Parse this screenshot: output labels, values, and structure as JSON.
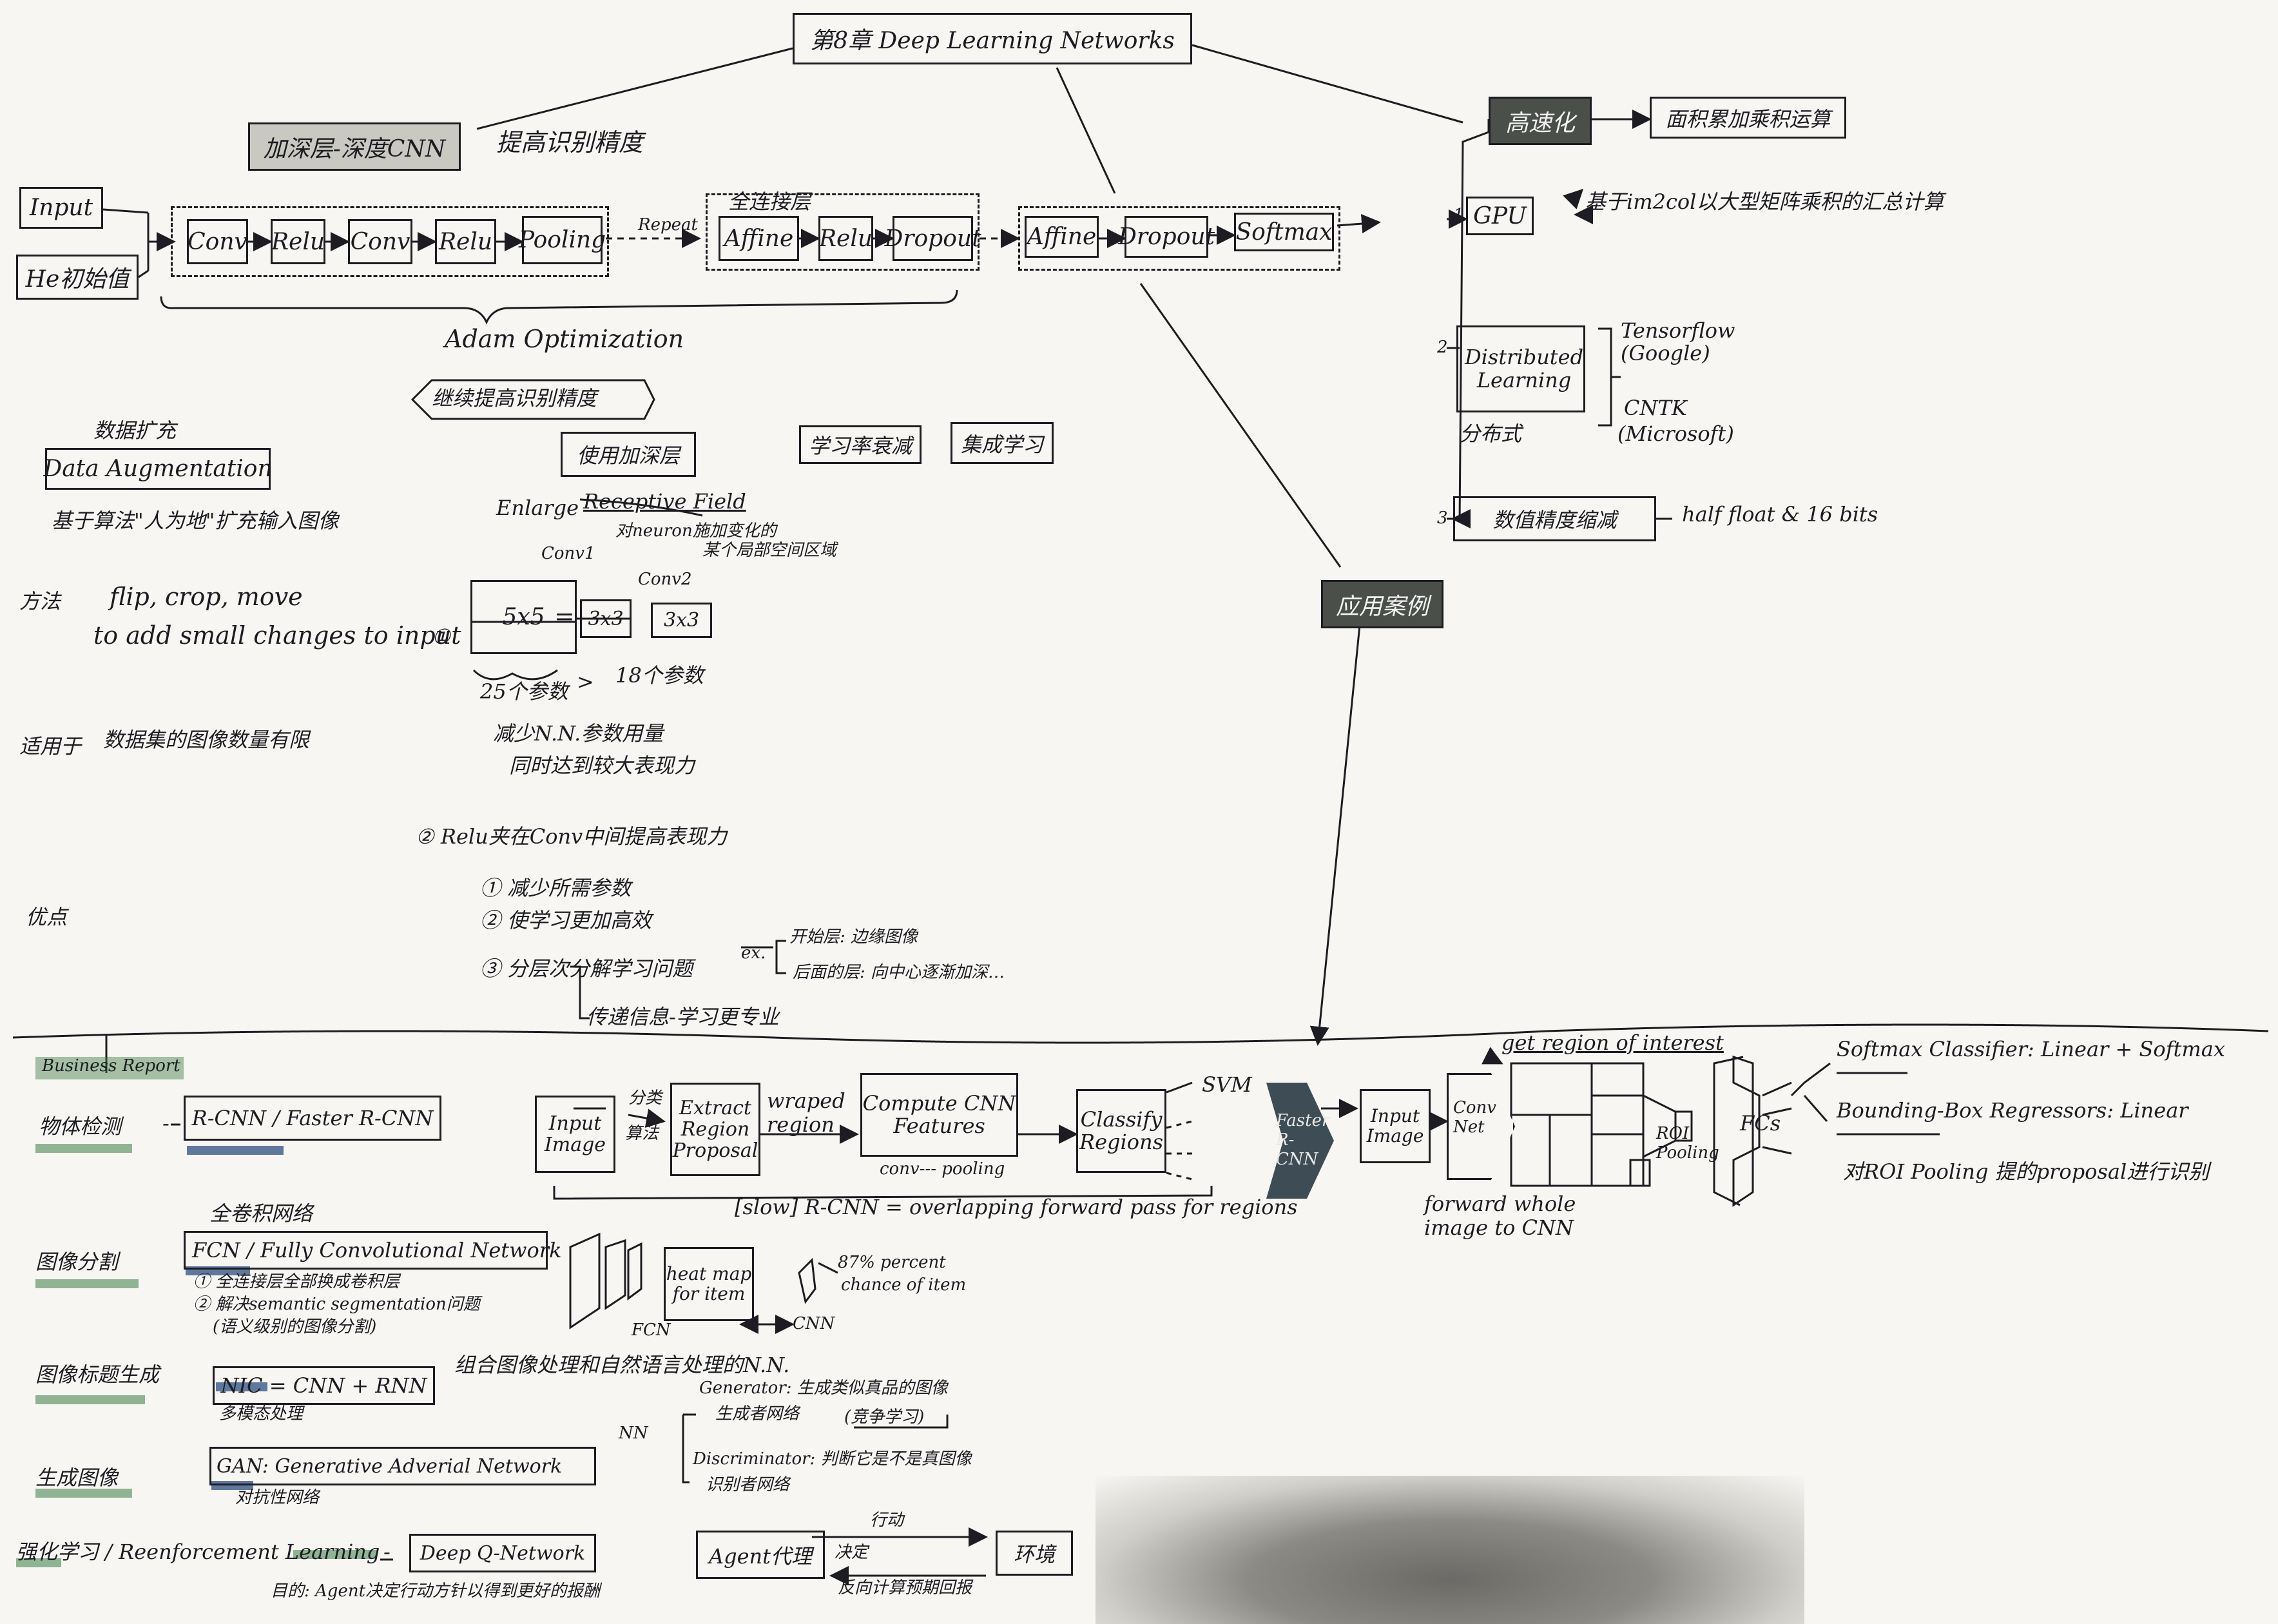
{
  "title": "第8章  Deep Learning Networks",
  "deeper": {
    "tag": "加深层-深度CNN",
    "goal": "提高识别精度",
    "input": "Input",
    "he_init": "He初始值",
    "stage1": [
      "Conv",
      "Relu",
      "Conv",
      "Relu",
      "Pooling"
    ],
    "repeat": "Repeat",
    "fc_label": "全连接层",
    "stage2": [
      "Affine",
      "Relu",
      "Dropout"
    ],
    "stage3": [
      "Affine",
      "Dropout",
      "Softmax"
    ],
    "optimizer": "Adam Optimization",
    "continue": "继续提高识别精度"
  },
  "augmentation": {
    "zh": "数据扩充",
    "title": "Data Augmentation",
    "desc": "基于算法\"人为地\"扩充输入图像",
    "method_label": "方法",
    "method_1": "flip, crop, move",
    "method_2": "to add small changes to input",
    "apply_label": "适用于",
    "apply": "数据集的图像数量有限",
    "adv_label": "优点"
  },
  "layers": {
    "tag": "使用加深层",
    "tag_learn": "学习率衰减",
    "tag_ensemble": "集成学习",
    "rf_1": "Enlarge",
    "rf_2": "Receptive Field",
    "rf_note_1": "对neuron施加变化的",
    "rf_note_2": "某个局部空间区域",
    "conv1": "Conv1",
    "conv2": "Conv2",
    "k5": "5x5",
    "eq": "=",
    "k3a": "3x3",
    "k3b": "3x3",
    "circle1": "①",
    "p25": "25个参数",
    "gt": ">",
    "p18": "18个参数",
    "reduce_1": "减少N.N.参数用量",
    "reduce_2": "同时达到较大表现力",
    "relu_note": "② Relu夹在Conv中间提高表现力",
    "b1": "① 减少所需参数",
    "b2": "② 使学习更加高效",
    "b3": "③ 分层次分解学习问题",
    "ex": "ex.",
    "ex1": "开始层: 边缘图像",
    "ex2": "后面的层: 向中心逐渐加深…",
    "b4": "传递信息-学习更专业"
  },
  "speed": {
    "tag": "高速化",
    "ops": "面积累加乘积运算",
    "gpu": "GPU",
    "gpu_note": "基于im2col以大型矩阵乘积的汇总计算",
    "n1": "1",
    "n2": "2",
    "n3": "3",
    "dist": "Distributed Learning",
    "dist_zh": "分布式",
    "tf": "Tensorflow",
    "google": "(Google)",
    "cntk": "CNTK",
    "ms": "(Microsoft)",
    "precision": "数值精度缩减",
    "precision_note": "half float  & 16 bits"
  },
  "apps": {
    "tag": "应用案例",
    "business": "Business Report",
    "od": "物体检测",
    "od_dash": "-",
    "od_methods": "R-CNN / Faster R-CNN",
    "rcnn_input": "Input Image",
    "rcnn_label_1": "分类",
    "rcnn_label_2": "算法",
    "rcnn_extract": "Extract Region Proposal",
    "rcnn_wraped": "wraped region",
    "rcnn_compute": "Compute CNN Features",
    "rcnn_conv": "conv--- pooling",
    "rcnn_classify": "Classify Regions",
    "rcnn_svm": "SVM",
    "rcnn_slow": "[slow] R-CNN = overlapping forward pass for regions",
    "faster": "Faster R-CNN",
    "f_input": "Input Image",
    "f_conv": "Conv Net",
    "f_roi_label": "get region of interest",
    "f_pool": "ROI Pooling",
    "f_fcs": "FCs",
    "f_forward": "forward whole image to CNN",
    "f_softmax": "Softmax Classifier: Linear + Softmax",
    "f_bbox": "Bounding-Box Regressors: Linear",
    "f_roi_note": "对ROI Pooling 提的proposal进行识别",
    "seg": "图像分割",
    "seg_note": "全卷积网络",
    "fcn": "FCN / Fully Convolutional Network",
    "fcn_1": "① 全连接层全部换成卷积层",
    "fcn_2": "② 解决semantic segmentation问题",
    "fcn_3": "(语义级别的图像分割)",
    "heat": "heat map for item",
    "fcn_label": "FCN",
    "cnn_label": "CNN",
    "pct": "87% percent",
    "chance": "chance of item",
    "cap": "图像标题生成",
    "nic": "NIC = CNN + RNN",
    "nic_note": "组合图像处理和自然语言处理的N.N.",
    "multi": "多模态处理",
    "gen": "生成图像",
    "gan": "GAN: Generative Adverial Network",
    "nn": "NN",
    "generator": "Generator: 生成类似真品的图像",
    "gen_zh": "生成者网络",
    "compete": "(竞争学习)",
    "discrim": "Discriminator: 判断它是不是真图像",
    "disc_zh": "识别者网络",
    "adv_net": "对抗性网络",
    "rl": "强化学习 / Reenforcement Learning",
    "rl_dash": "-",
    "dqn": "Deep Q-Network",
    "rl_goal": "目的: Agent决定行动方针以得到更好的报酬",
    "agent": "Agent代理",
    "act": "行动",
    "env": "环境",
    "decide": "决定",
    "feedback": "反向计算预期回报"
  }
}
